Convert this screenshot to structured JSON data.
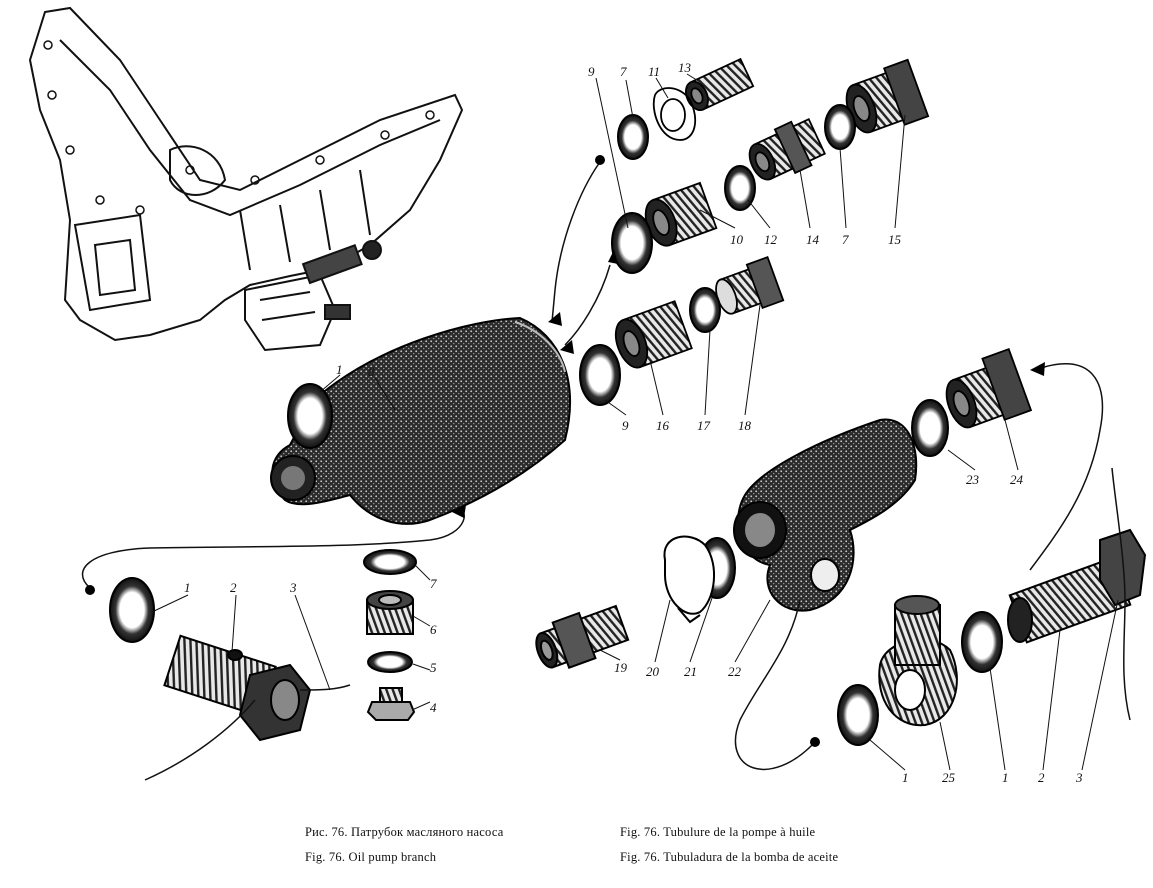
{
  "callouts": {
    "c1a": "1",
    "c1b": "1",
    "c1c": "1",
    "c1d": "1",
    "c2a": "2",
    "c2b": "2",
    "c3a": "3",
    "c3b": "3",
    "c4": "4",
    "c5": "5",
    "c6": "6",
    "c7a": "7",
    "c7b": "7",
    "c7c": "7",
    "c8": "8",
    "c9a": "9",
    "c9b": "9",
    "c10": "10",
    "c11": "11",
    "c12": "12",
    "c13": "13",
    "c14": "14",
    "c15": "15",
    "c16": "16",
    "c17": "17",
    "c18": "18",
    "c19": "19",
    "c20": "20",
    "c21": "21",
    "c22": "22",
    "c23": "23",
    "c24": "24",
    "c25": "25"
  },
  "captions": {
    "ru": "Рис. 76. Патрубок масляного насоса",
    "en": "Fig. 76. Oil pump branch",
    "fr": "Fig. 76. Tubulure de la pompe à huile",
    "es": "Fig. 76. Tubuladura de la bomba de aceite"
  }
}
